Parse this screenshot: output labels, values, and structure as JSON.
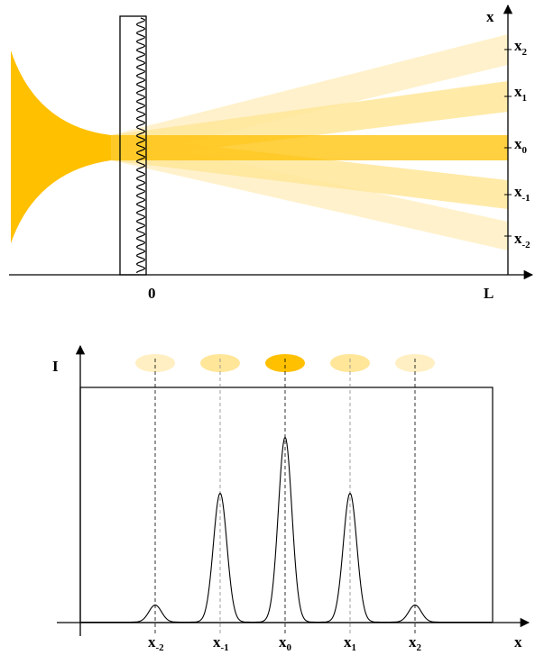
{
  "colors": {
    "beam": "#FFC000",
    "beam_mid": "#FFCF40",
    "beam_light": "#FFE699",
    "beam_faint": "#FFEFC2",
    "line": "#000000"
  },
  "top_panel": {
    "axis_x_label": "x",
    "origin_label": "0",
    "end_label": "L",
    "orders": [
      {
        "main": "x",
        "sub": "2"
      },
      {
        "main": "x",
        "sub": "1"
      },
      {
        "main": "x",
        "sub": "0"
      },
      {
        "main": "x",
        "sub": "-1"
      },
      {
        "main": "x",
        "sub": "-2"
      }
    ]
  },
  "bottom_panel": {
    "axis_y_label": "I",
    "axis_x_label": "x",
    "peaks": [
      {
        "main": "x",
        "sub": "-2",
        "intensity": 0.07
      },
      {
        "main": "x",
        "sub": "-1",
        "intensity": 0.53
      },
      {
        "main": "x",
        "sub": "0",
        "intensity": 0.76
      },
      {
        "main": "x",
        "sub": "1",
        "intensity": 0.53
      },
      {
        "main": "x",
        "sub": "2",
        "intensity": 0.07
      }
    ]
  }
}
